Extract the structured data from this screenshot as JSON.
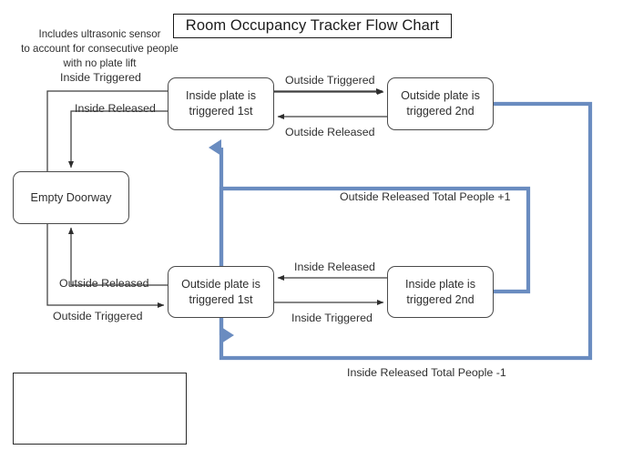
{
  "title": "Room Occupancy Tracker Flow Chart",
  "colors": {
    "blue": "#6a8cc0",
    "blue_dark": "#5a7fb5",
    "line": "#3f3f3f",
    "text": "#2f2f2f",
    "background": "#ffffff"
  },
  "nodes": [
    {
      "id": "empty",
      "label_line1": "Empty Doorway",
      "label_line2": ""
    },
    {
      "id": "inside1",
      "label_line1": "Inside plate is",
      "label_line2": "triggered 1st"
    },
    {
      "id": "outside2",
      "label_line1": "Outside plate is",
      "label_line2": "triggered 2nd"
    },
    {
      "id": "outside1",
      "label_line1": "Outside plate is",
      "label_line2": "triggered 1st"
    },
    {
      "id": "inside2",
      "label_line1": "Inside plate is",
      "label_line2": "triggered 2nd"
    }
  ],
  "edges": [
    {
      "id": "e1",
      "label": "Inside Triggered",
      "from": "empty",
      "to": "inside1",
      "style": "black"
    },
    {
      "id": "e2",
      "label": "Inside Released",
      "from": "inside1",
      "to": "empty",
      "style": "black"
    },
    {
      "id": "e3",
      "label": "Outside Triggered",
      "from": "inside1",
      "to": "outside2",
      "style": "black"
    },
    {
      "id": "e4",
      "label": "Outside Released",
      "from": "outside2",
      "to": "inside1",
      "style": "black"
    },
    {
      "id": "e5",
      "label": "Outside Released",
      "from": "empty",
      "to": "outside1",
      "style": "black"
    },
    {
      "id": "e6",
      "label": "Outside Triggered",
      "from": "empty",
      "to": "outside1",
      "style": "black"
    },
    {
      "id": "e7",
      "label": "Inside Released",
      "from": "inside2",
      "to": "outside1",
      "style": "black"
    },
    {
      "id": "e8",
      "label": "Inside Triggered",
      "from": "outside1",
      "to": "inside2",
      "style": "black"
    },
    {
      "id": "e9",
      "label_line1": "Outside Released",
      "label_line2": "Total People +1",
      "from": "outside2",
      "to": "inside1",
      "style": "blue"
    },
    {
      "id": "e10",
      "label_line1": "Inside Released",
      "label_line2": "Total People -1",
      "from": "inside2",
      "to": "outside1",
      "style": "blue"
    }
  ],
  "legend": {
    "line1": "Includes ultrasonic sensor",
    "line2": "to account for consecutive people",
    "line3": "with no plate lift"
  }
}
